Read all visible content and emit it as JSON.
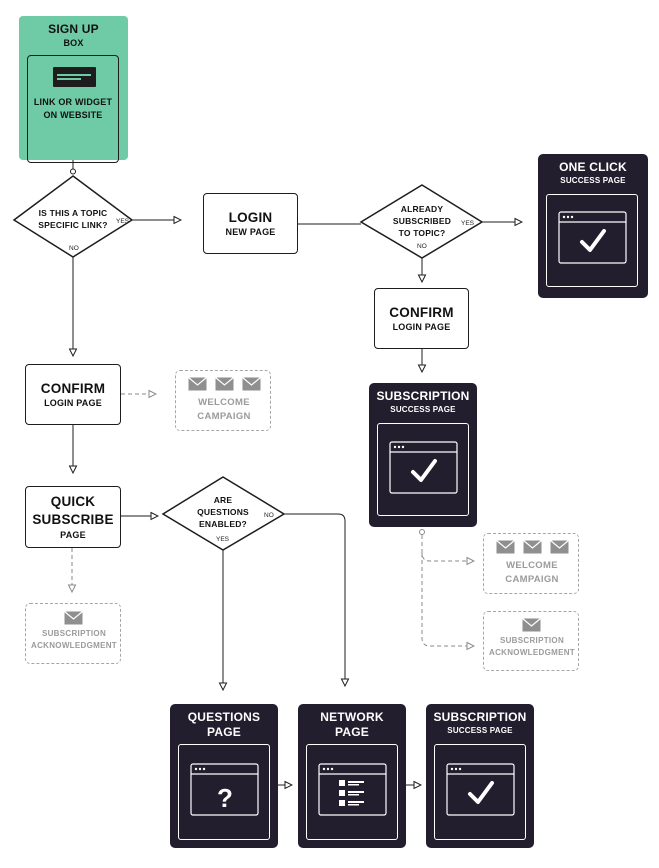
{
  "signup": {
    "title": "SIGN UP",
    "subtitle": "BOX",
    "inner_text": "LINK OR WIDGET ON WEBSITE"
  },
  "decision_topic": {
    "text": "IS THIS A TOPIC SPECIFIC LINK?",
    "yes": "YES",
    "no": "NO"
  },
  "login": {
    "title": "LOGIN",
    "subtitle": "NEW PAGE"
  },
  "decision_subscribed": {
    "text": "ALREADY SUBSCRIBED TO TOPIC?",
    "yes": "YES",
    "no": "NO"
  },
  "one_click": {
    "title": "ONE CLICK",
    "subtitle": "SUCCESS PAGE"
  },
  "confirm_right": {
    "title": "CONFIRM",
    "subtitle": "LOGIN PAGE"
  },
  "subscription_right": {
    "title": "SUBSCRIPTION",
    "subtitle": "SUCCESS PAGE"
  },
  "confirm_left": {
    "title": "CONFIRM",
    "subtitle": "LOGIN PAGE"
  },
  "welcome_left": {
    "text": "WELCOME CAMPAIGN"
  },
  "quick_subscribe": {
    "title": "QUICK SUBSCRIBE",
    "subtitle": "PAGE"
  },
  "decision_questions": {
    "text": "ARE QUESTIONS ENABLED?",
    "yes": "YES",
    "no": "NO"
  },
  "ack_left": {
    "text": "SUBSCRIPTION ACKNOWLEDGMENT"
  },
  "welcome_right": {
    "text": "WELCOME CAMPAIGN"
  },
  "ack_right": {
    "text": "SUBSCRIPTION ACKNOWLEDGMENT"
  },
  "questions_page": {
    "title": "QUESTIONS",
    "subtitle": "PAGE",
    "icon": "question-mark"
  },
  "network_page": {
    "title": "NETWORK",
    "subtitle": "PAGE",
    "icon": "checklist"
  },
  "subscription_bottom": {
    "title": "SUBSCRIPTION",
    "subtitle": "SUCCESS PAGE",
    "icon": "checkmark"
  },
  "colors": {
    "green": "#6fcaa6",
    "dark": "#221e2d",
    "line": "#1d1d1d",
    "dashed": "#a6a6a6"
  }
}
